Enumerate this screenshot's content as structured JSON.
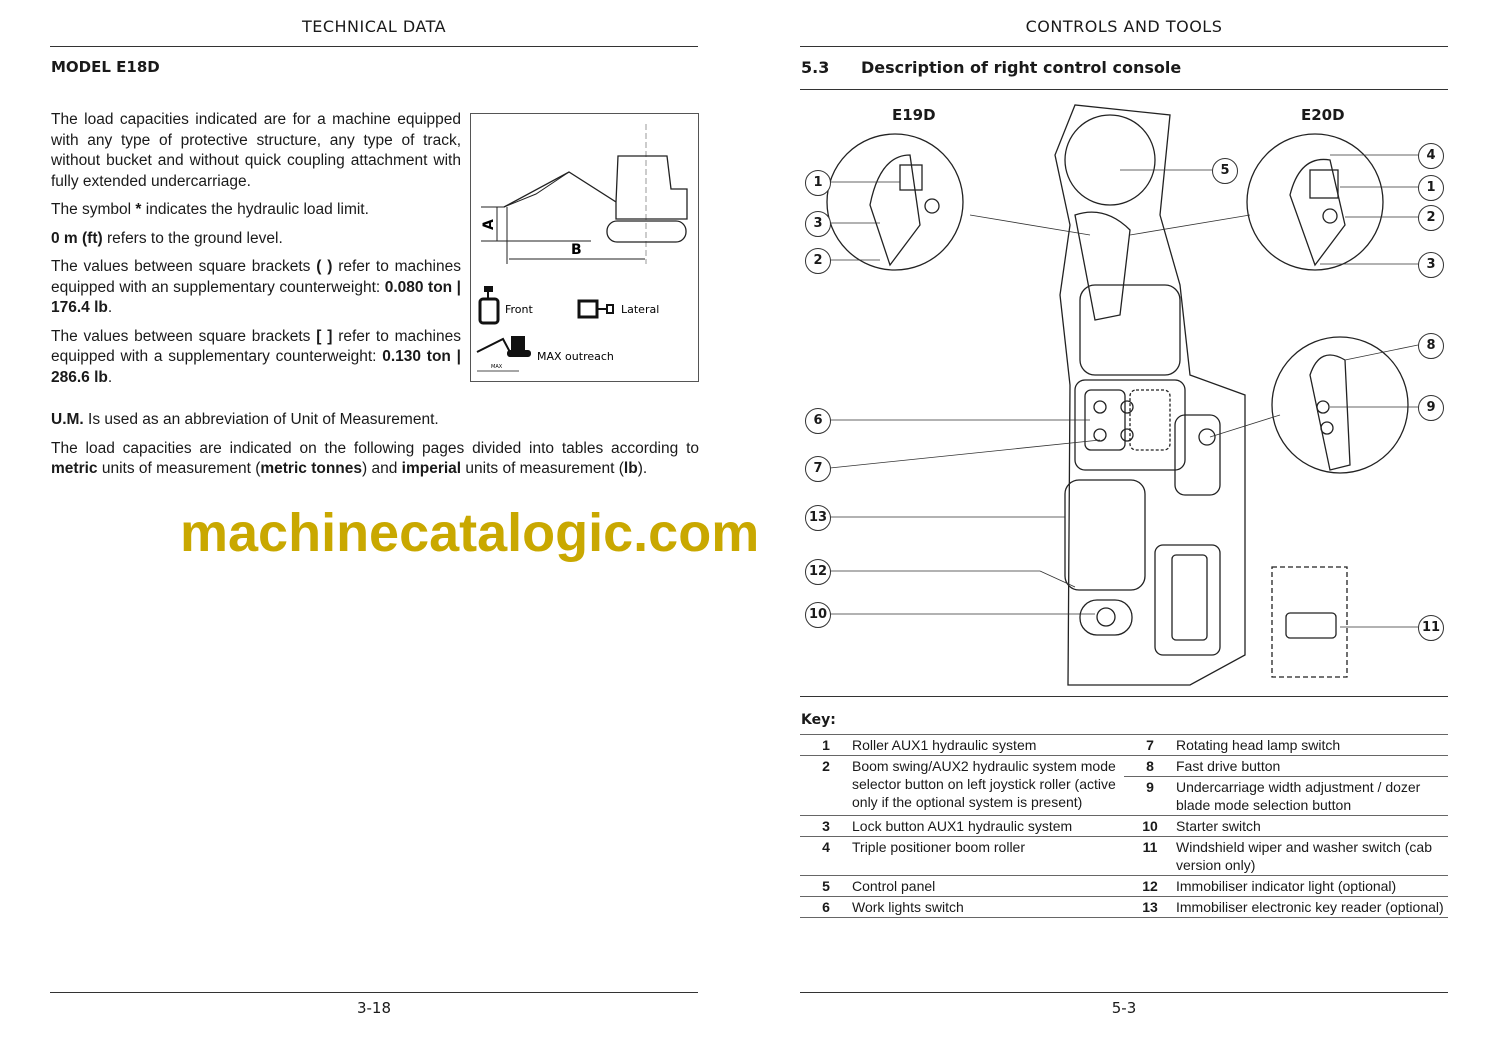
{
  "left": {
    "header": "TECHNICAL DATA",
    "model": "MODEL E18D",
    "p1": "The load capacities indicated are for a machine equipped with any type of protective structure, any type of track, without bucket and without quick coupling attachment with fully extended undercarriage.",
    "p2a": "The symbol ",
    "p2b": "*",
    "p2c": " indicates the hydraulic load limit.",
    "p3a": "0 m (ft)",
    "p3b": " refers to the ground level.",
    "p4a": "The values between square brackets ",
    "p4b": "( )",
    "p4c": " refer to machines equipped with an supplementary counterweight: ",
    "p4d": "0.080 ton | 176.4 lb",
    "p5a": "The values between square brackets ",
    "p5b": "[ ]",
    "p5c": " refer to machines equipped with a supplementary counterweight: ",
    "p5d": "0.130 ton | 286.6 lb",
    "p6a": "U.M.",
    "p6b": " Is used as an abbreviation of Unit of Measurement.",
    "p7a": "The load capacities are indicated on the following pages divided into tables according to ",
    "p7b": "metric",
    "p7c": " units of measurement (",
    "p7d": "metric tonnes",
    "p7e": ") and ",
    "p7f": "imperial",
    "p7g": " units of measurement (",
    "p7h": "lb",
    "p7i": ").",
    "fig": {
      "a": "A",
      "b": "B",
      "front": "Front",
      "lateral": "Lateral",
      "max_outreach": "MAX outreach",
      "max": "MAX"
    },
    "page": "3-18"
  },
  "right": {
    "header": "CONTROLS AND TOOLS",
    "section_num": "5.3",
    "section_title": "Description of right control console",
    "e19d": "E19D",
    "e20d": "E20D",
    "callouts": [
      "1",
      "3",
      "2",
      "6",
      "7",
      "13",
      "12",
      "10",
      "5",
      "4",
      "1",
      "2",
      "3",
      "8",
      "9",
      "11"
    ],
    "key_label": "Key:",
    "key": [
      {
        "n1": "1",
        "t1": "Roller AUX1 hydraulic system",
        "n2": "7",
        "t2": "Rotating head lamp switch"
      },
      {
        "n1": "2",
        "t1": "Boom swing/AUX2 hydraulic system mode selector button on left joystick roller (active only if the optional system is present)",
        "n2": "8",
        "t2": "Fast drive button",
        "n3": "9",
        "t3": "Undercarriage width adjustment / dozer blade mode selection button"
      },
      {
        "n1": "3",
        "t1": "Lock button AUX1 hydraulic system",
        "n2": "10",
        "t2": "Starter switch"
      },
      {
        "n1": "4",
        "t1": "Triple positioner boom roller",
        "n2": "11",
        "t2": "Windshield wiper and washer switch (cab version only)"
      },
      {
        "n1": "5",
        "t1": "Control panel",
        "n2": "12",
        "t2": "Immobiliser indicator light (optional)"
      },
      {
        "n1": "6",
        "t1": "Work lights switch",
        "n2": "13",
        "t2": "Immobiliser electronic key reader (optional)"
      }
    ],
    "page": "5-3"
  },
  "watermark": "machinecatalogic.com"
}
